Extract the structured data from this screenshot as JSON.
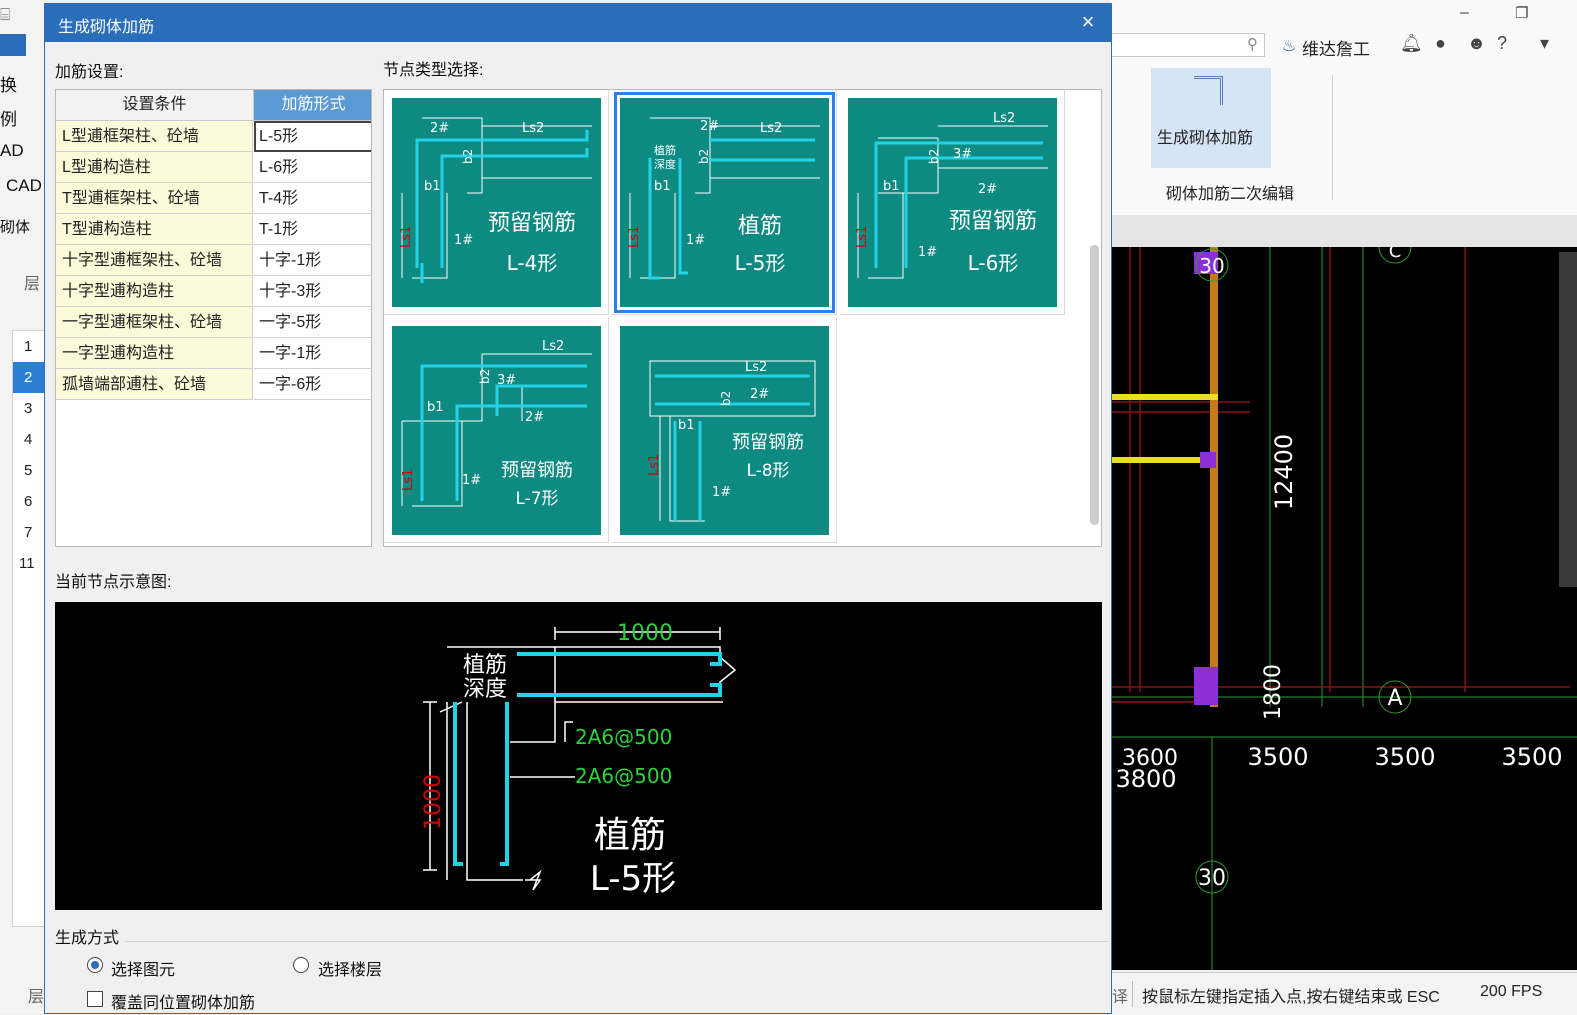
{
  "dialog": {
    "title": "生成砌体加筋",
    "close_glyph": "×",
    "settings_label": "加筋设置:",
    "node_type_label": "节点类型选择:",
    "current_node_label": "当前节点示意图:",
    "gen_method_label": "生成方式",
    "radio_select_element": "选择图元",
    "radio_select_floor": "选择楼层",
    "checkbox_overwrite": "覆盖同位置砌体加筋",
    "selected_radio": "选择图元"
  },
  "rules": {
    "headers": [
      "设置条件",
      "加筋形式"
    ],
    "rows": [
      {
        "condition": "L型逋框架柱、砼墙",
        "form": "L-5形"
      },
      {
        "condition": "L型逋构造柱",
        "form": "L-6形"
      },
      {
        "condition": "T型逋框架柱、砼墙",
        "form": "T-4形"
      },
      {
        "condition": "T型逋构造柱",
        "form": "T-1形"
      },
      {
        "condition": "十字型逋框架柱、砼墙",
        "form": "十字-1形"
      },
      {
        "condition": "十字型逋构造柱",
        "form": "十字-3形"
      },
      {
        "condition": "一字型逋框架柱、砼墙",
        "form": "一字-5形"
      },
      {
        "condition": "一字型逋构造柱",
        "form": "一字-1形"
      },
      {
        "condition": "孤墙端部逋柱、砼墙",
        "form": "一字-6形"
      }
    ]
  },
  "tiles": [
    {
      "line1": "预留钢筋",
      "line2": "L-4形",
      "t1": "2#",
      "t2": "Ls2",
      "t3": "b2",
      "t4": "b1",
      "t5": "1#",
      "t6": "Ls1"
    },
    {
      "line1": "植筋",
      "line2": "L-5形",
      "t1": "2#",
      "t2": "Ls2",
      "t3": "b2",
      "t4": "b1",
      "t5": "1#",
      "t6": "Ls1",
      "t7": "植筋",
      "t8": "深度"
    },
    {
      "line1": "预留钢筋",
      "line2": "L-6形",
      "t1": "3#",
      "t2": "Ls2",
      "t3": "b2",
      "t4": "b1",
      "t5": "1#",
      "t6": "Ls1",
      "t7": "2#"
    },
    {
      "line1": "预留钢筋",
      "line2": "L-7形",
      "t1": "3#",
      "t2": "Ls2",
      "t3": "b2",
      "t4": "b1",
      "t5": "1#",
      "t6": "Ls1",
      "t7": "2#"
    },
    {
      "line1": "预留钢筋",
      "line2": "L-8形",
      "t1": "2#",
      "t2": "Ls2",
      "t3": "b2",
      "t4": "b1",
      "t5": "1#",
      "t6": "Ls1"
    }
  ],
  "preview": {
    "dim_top": "1000",
    "dim_left": "1000",
    "label_a": "植筋",
    "label_b": "深度",
    "rebar_1": "2A6@500",
    "rebar_2": "2A6@500",
    "name_1": "植筋",
    "name_2": "L-5形"
  },
  "background": {
    "left_labels": [
      "换",
      "例",
      "AD",
      "CAD",
      "砌体"
    ],
    "floor_header": "层",
    "floors": [
      "1",
      "2",
      "3",
      "4",
      "5",
      "6",
      "7",
      "11"
    ],
    "floor_footer": "层",
    "brand": "维达詹工",
    "ribbon_button": "生成砌体加筋",
    "ribbon_group": "砌体加筋二次编辑",
    "status_prefix": "译",
    "status_text": "按鼠标左键指定插入点,按右键结束或 ESC",
    "fps": "200 FPS",
    "cad": {
      "dim_vertical_1": "12400",
      "dim_vertical_2": "1800",
      "axis_a": "A",
      "axis_c": "C",
      "dims_h": [
        "3500",
        "3500",
        "3500"
      ],
      "dim_3800": "3800",
      "dim_overlap": "3600",
      "circle_30": "30",
      "circle_top": "30"
    }
  },
  "colors": {
    "title_blue": "#2a6db8",
    "tile_teal": "#0d8a82",
    "rebar_cyan": "#22d3e6",
    "dim_red": "#d40000",
    "dim_green": "#27d43a"
  }
}
